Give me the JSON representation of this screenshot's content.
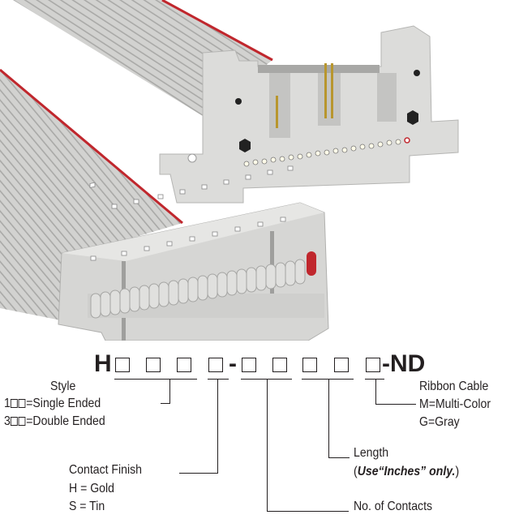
{
  "part_number": {
    "prefix": "H",
    "dash1": "-",
    "suffix": "-ND"
  },
  "style": {
    "title": "Style",
    "option1_prefix": "1",
    "option1_label": "=Single Ended",
    "option2_prefix": "3",
    "option2_label": "=Double Ended"
  },
  "contact_finish": {
    "title": "Contact Finish",
    "option1": "H = Gold",
    "option2": "S = Tin"
  },
  "contacts": {
    "title": "No. of Contacts"
  },
  "length": {
    "title": "Length",
    "note_open": "(",
    "note_bold": "Use“Inches” only.",
    "note_close": ")"
  },
  "ribbon_cable": {
    "title": "Ribbon Cable",
    "option1": "M=Multi-Color",
    "option2": "G=Gray"
  },
  "colors": {
    "cable": "#c8c8c6",
    "stripe": "#c0272d",
    "connector": "#d9d9d7",
    "text": "#231f20"
  }
}
